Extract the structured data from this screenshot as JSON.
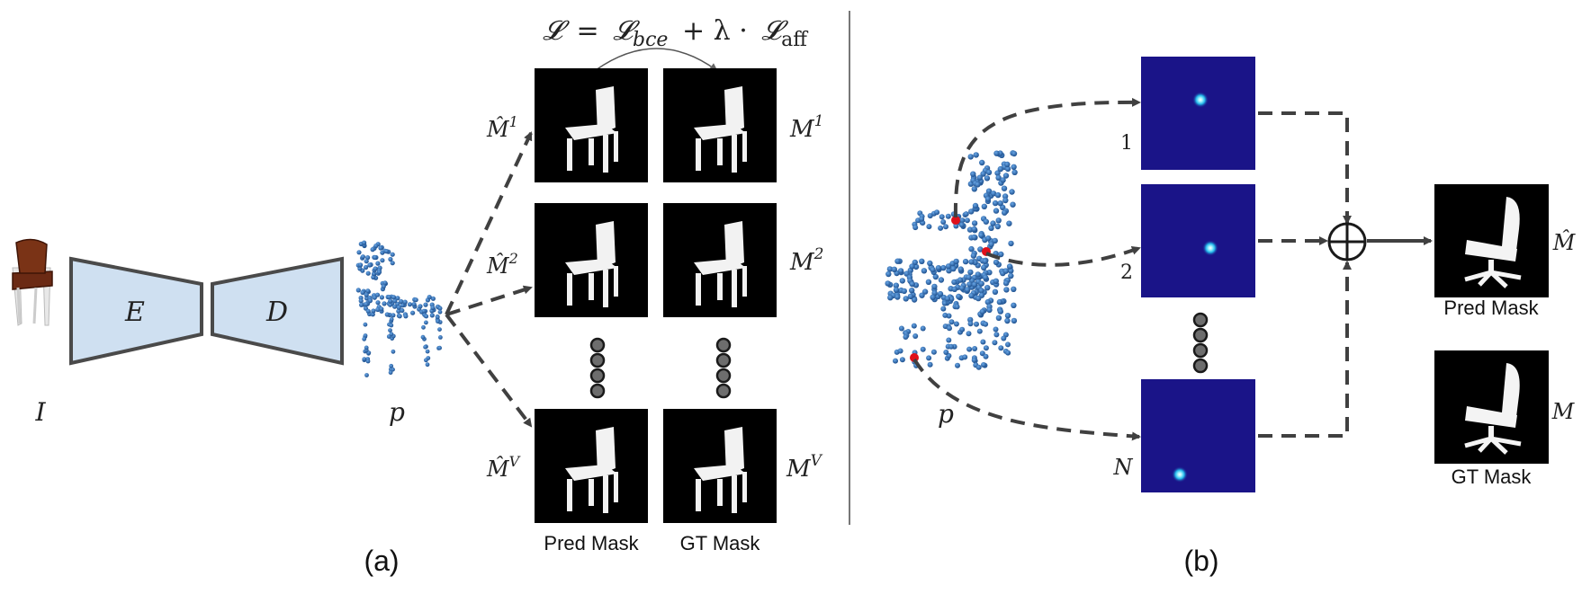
{
  "panel_a": {
    "caption": "(a)",
    "input_label": "I",
    "encoder_label": "E",
    "decoder_label": "D",
    "pointcloud_label": "p",
    "loss_formula": "𝓛 = 𝓛bce + λ · 𝓛aff",
    "loss_parts": {
      "lhs": "𝓛",
      "eq": "=",
      "l1": "𝓛",
      "s1": "bce",
      "plus": "+ λ ·",
      "l2": "𝓛",
      "s2": "aff"
    },
    "row_labels_pred": [
      {
        "base": "M̂",
        "sup": "1"
      },
      {
        "base": "M̂",
        "sup": "2"
      },
      {
        "base": "M̂",
        "sup": "V"
      }
    ],
    "row_labels_gt": [
      {
        "base": "M",
        "sup": "1"
      },
      {
        "base": "M",
        "sup": "2"
      },
      {
        "base": "M",
        "sup": "V"
      }
    ],
    "col_pred": "Pred Mask",
    "col_gt": "GT Mask"
  },
  "panel_b": {
    "caption": "(b)",
    "pointcloud_label": "p",
    "heatmap_labels": [
      "1",
      "2",
      "N"
    ],
    "out_pred_label": "M̂",
    "out_gt_label": "M",
    "out_pred_title": "Pred Mask",
    "out_gt_title": "GT Mask"
  },
  "colors": {
    "box_fill": "#cfe0f1",
    "box_stroke": "#4a4a4a",
    "heatmap_bg": "#1a1488",
    "points": "#2f6fb4",
    "key_point": "#e0101a",
    "arrow": "#404040"
  }
}
